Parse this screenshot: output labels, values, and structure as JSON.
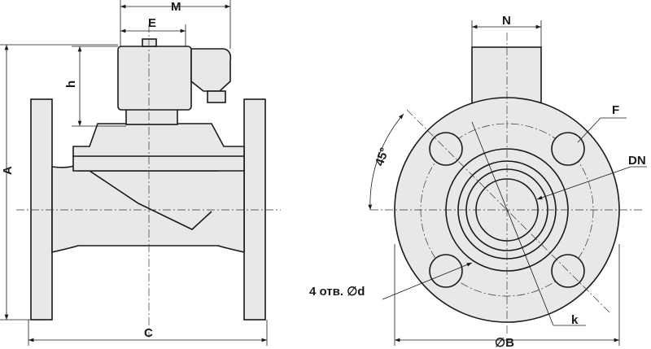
{
  "labels": {
    "M": "M",
    "E": "E",
    "h": "h",
    "A": "A",
    "C": "C",
    "N": "N",
    "F": "F",
    "DN": "DN",
    "angle": "45°",
    "holes": "4 отв. ∅d",
    "k": "k",
    "B": "∅B"
  }
}
